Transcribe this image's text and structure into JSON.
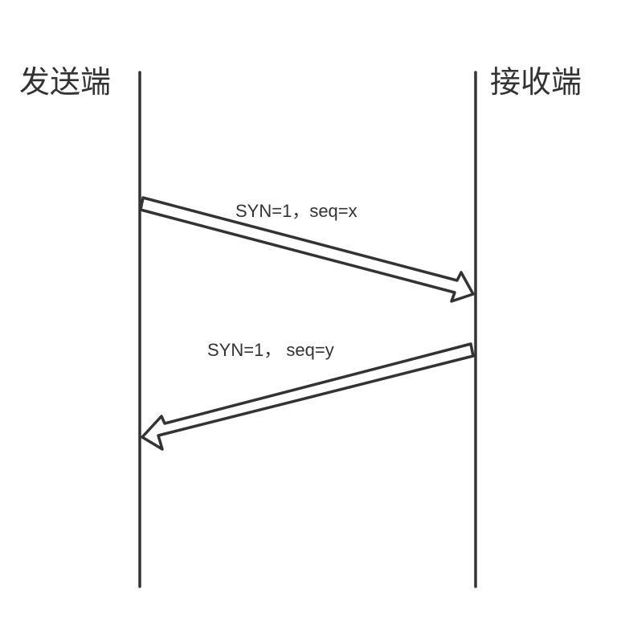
{
  "diagram": {
    "participants": {
      "sender": "发送端",
      "receiver": "接收端"
    },
    "messages": [
      {
        "from": "sender",
        "to": "receiver",
        "label": "SYN=1，seq=x"
      },
      {
        "from": "receiver",
        "to": "sender",
        "label": "SYN=1，  seq=y"
      }
    ],
    "colors": {
      "line": "#333333",
      "arrow_fill": "#ffffff"
    }
  }
}
